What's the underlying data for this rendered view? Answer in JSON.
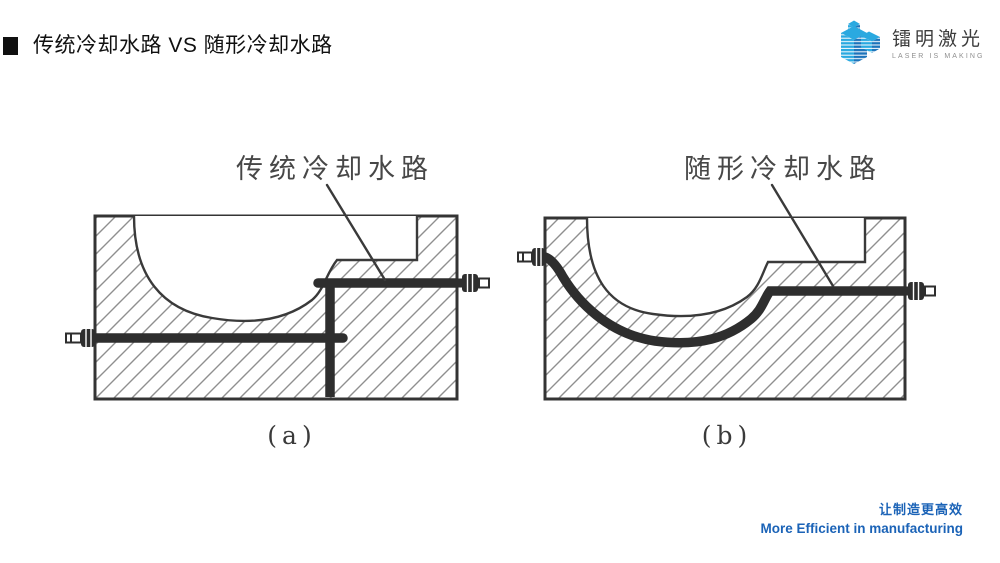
{
  "header": {
    "title": "传统冷却水路 VS 随形冷却水路"
  },
  "logo": {
    "name": "镭明激光",
    "tagline": "LASER IS MAKING",
    "colors": {
      "light_blue": "#2aa9e0",
      "dark_blue": "#1c74bb"
    }
  },
  "figure": {
    "left": {
      "callout": "传统冷却水路",
      "caption": "(a)"
    },
    "right": {
      "callout": "随形冷却水路",
      "caption": "(b)"
    }
  },
  "footer": {
    "slogan_cn": "让制造更高效",
    "slogan_en": "More Efficient in manufacturing",
    "color": "#1b63b7"
  }
}
